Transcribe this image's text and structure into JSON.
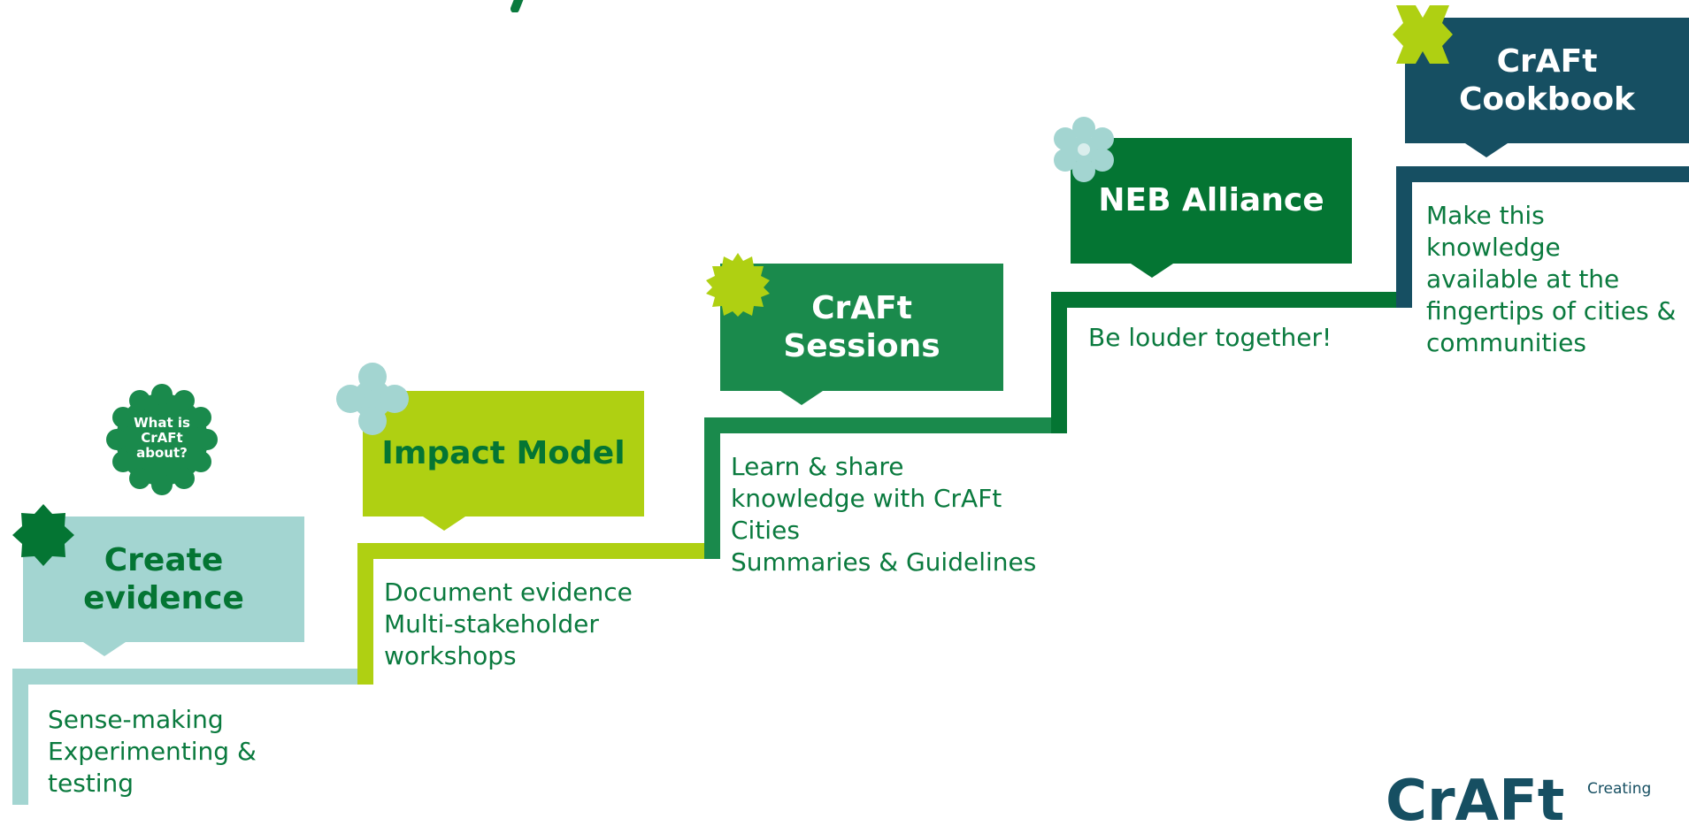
{
  "colors": {
    "mint": "#a3d5d1",
    "lime": "#afd012",
    "green_mid": "#1a8a4c",
    "green_dark": "#047533",
    "teal_dark": "#164f62",
    "text_green": "#0a7a3e",
    "white": "#ffffff"
  },
  "badge": {
    "text": "What is\nCrAFt\nabout?"
  },
  "steps": [
    {
      "title": "Create\nevidence",
      "description": "Sense-making\nExperimenting &\ntesting",
      "decoration": "octagon-star-icon"
    },
    {
      "title": "Impact Model",
      "description": "Document evidence\nMulti-stakeholder\nworkshops",
      "decoration": "four-lobe-flower-icon"
    },
    {
      "title": "CrAFt\nSessions",
      "description": "Learn & share\nknowledge with CrAFt\nCities\nSummaries & Guidelines",
      "decoration": "sun-burst-icon"
    },
    {
      "title": "NEB Alliance",
      "description": "Be louder together!",
      "decoration": "six-petal-flower-icon"
    },
    {
      "title": "CrAFt\nCookbook",
      "description": "Make this\nknowledge\navailable at the\nfingertips of cities &\ncommunities",
      "decoration": "cross-shape-icon"
    }
  ],
  "logo": {
    "text": "CrAFt",
    "tagline": "Creating"
  }
}
